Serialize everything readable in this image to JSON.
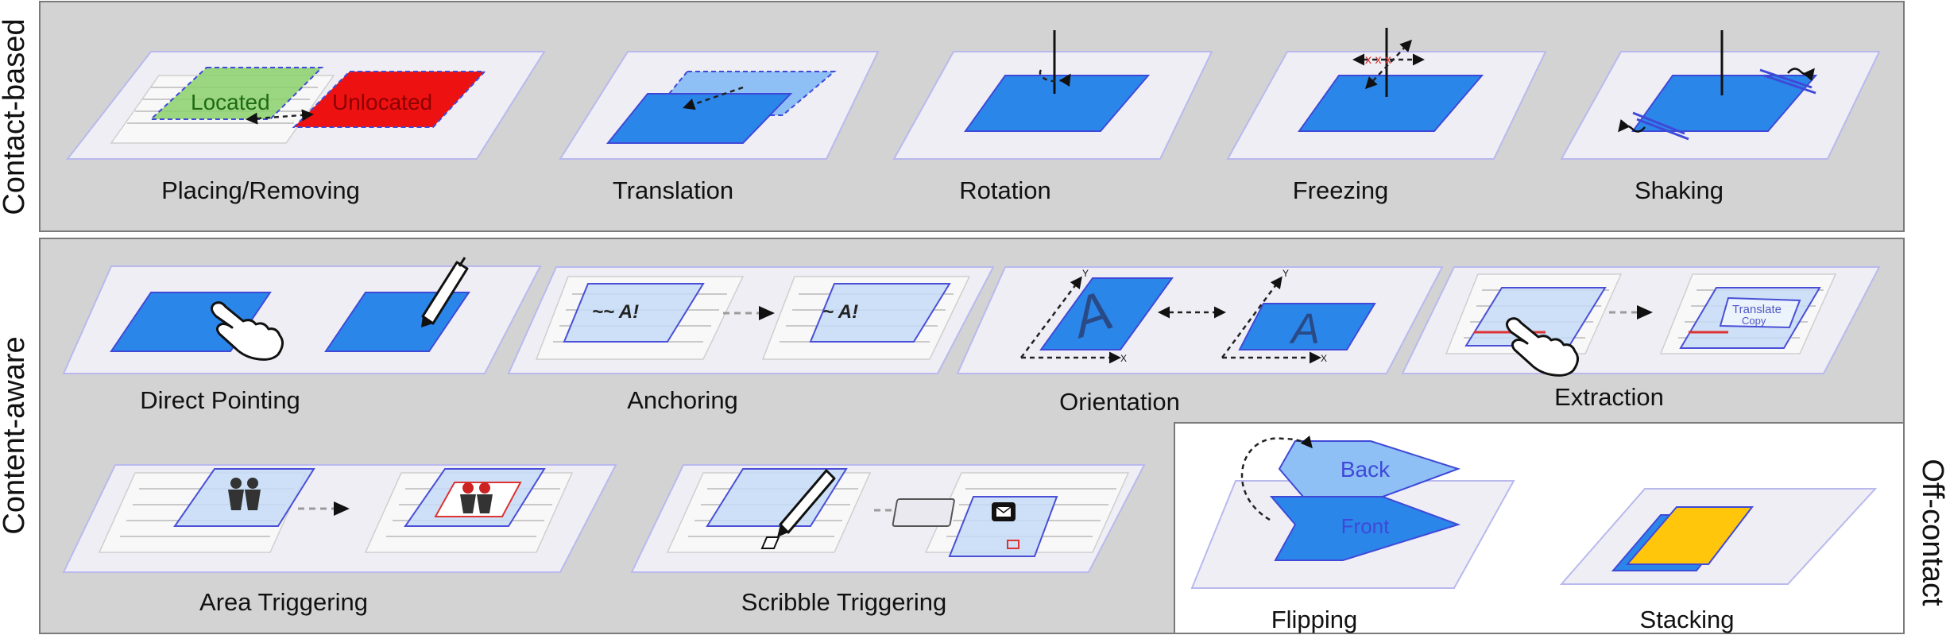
{
  "categories": {
    "contact_based": "Contact-based",
    "content_aware": "Content-aware",
    "off_contact": "Off-contact"
  },
  "contact_based": [
    {
      "label": "Placing/Removing",
      "tags": [
        "Located",
        "Unlocated"
      ]
    },
    {
      "label": "Translation"
    },
    {
      "label": "Rotation"
    },
    {
      "label": "Freezing"
    },
    {
      "label": "Shaking"
    }
  ],
  "content_aware": [
    {
      "label": "Direct Pointing"
    },
    {
      "label": "Anchoring"
    },
    {
      "label": "Orientation",
      "letter": "A",
      "axis_x": "X",
      "axis_y": "Y"
    },
    {
      "label": "Extraction",
      "tags": [
        "Translate",
        "Copy"
      ]
    },
    {
      "label": "Area Triggering"
    },
    {
      "label": "Scribble Triggering"
    }
  ],
  "off_contact": [
    {
      "label": "Flipping",
      "tags": [
        "Back",
        "Front"
      ]
    },
    {
      "label": "Stacking"
    }
  ],
  "colors": {
    "panel_bg": "#d3d3d3",
    "panel_border": "#7a7a7a",
    "plate": "#eeeef4",
    "film_blue": "#2b86ea",
    "light_blue": "#8ec0f6",
    "located_green": "#8bd16b",
    "unlocated_red": "#ee1111",
    "stack_yellow": "#ffc60c"
  },
  "icons": [
    "hand-pointer-icon",
    "pen-icon",
    "dashed-arrow-icon",
    "people-icon",
    "message-icon"
  ]
}
